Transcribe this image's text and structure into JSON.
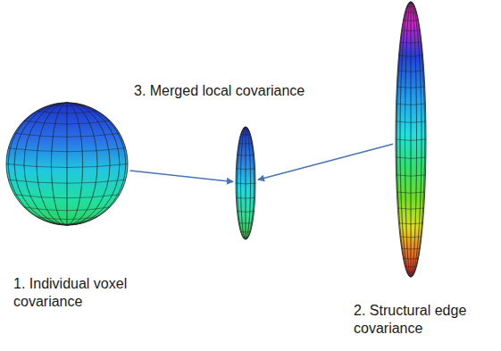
{
  "diagram": {
    "nodes": [
      {
        "text": [
          "1. Individual voxel covariance"
        ]
      },
      {
        "text": [
          "2. Structural edge covariance"
        ]
      },
      {
        "text": [
          "3. Merged local covariance"
        ]
      }
    ],
    "edges": [
      {
        "from": 0,
        "to": 2,
        "arrow": "to"
      },
      {
        "from": 1,
        "to": 2,
        "arrow": "to"
      }
    ]
  }
}
